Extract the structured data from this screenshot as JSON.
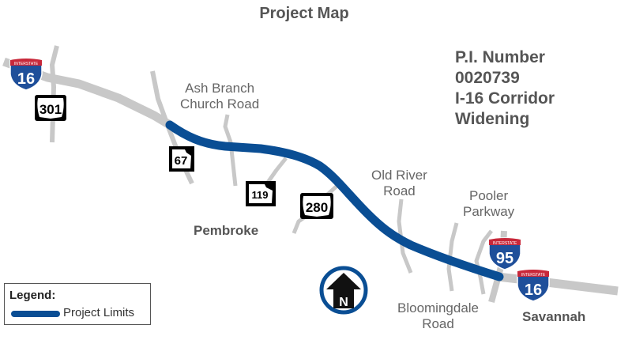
{
  "title": "Project Map",
  "project": {
    "line1": "P.I. Number",
    "line2": "0020739",
    "line3": "I-16 Corridor",
    "line4": "Widening"
  },
  "roads": {
    "ash_branch": "Ash Branch\nChurch Road",
    "old_river": "Old River\nRoad",
    "pooler": "Pooler\nParkway",
    "bloomingdale": "Bloomingdale\nRoad"
  },
  "cities": {
    "pembroke": "Pembroke",
    "savannah": "Savannah"
  },
  "shields": {
    "i16_west": "16",
    "i16_east": "16",
    "i95": "95",
    "us301": "301",
    "us280": "280",
    "sr67": "67",
    "sr119": "119",
    "interstate_label": "INTERSTATE"
  },
  "north": "N",
  "legend": {
    "heading": "Legend:",
    "item": "Project Limits"
  },
  "colors": {
    "project": "#0a4e94",
    "road": "#c8c8c8",
    "interstate_blue": "#1f4f9a",
    "interstate_red": "#c8283a"
  }
}
